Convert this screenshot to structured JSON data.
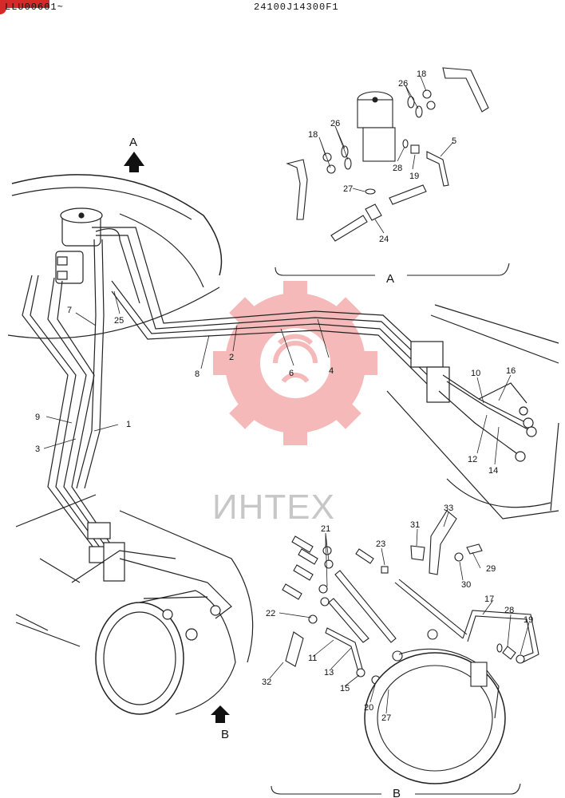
{
  "header": {
    "serial": "LLU00601~",
    "drawing_no": "24100J14300F1"
  },
  "watermark": {
    "text": "ИНТЕХ",
    "color": "#e83a3a"
  },
  "views": {
    "a_arrow": "A",
    "b_arrow": "B",
    "a_caption": "A",
    "b_caption": "B"
  },
  "callouts": {
    "main": [
      "7",
      "25",
      "8",
      "2",
      "6",
      "4",
      "9",
      "1",
      "3",
      "10",
      "16",
      "12",
      "14"
    ],
    "detail_a": [
      "18",
      "26",
      "18",
      "26",
      "5",
      "28",
      "19",
      "27",
      "24"
    ],
    "detail_b": [
      "33",
      "21",
      "31",
      "23",
      "29",
      "30",
      "22",
      "17",
      "28",
      "19",
      "11",
      "13",
      "15",
      "32",
      "20",
      "27"
    ]
  }
}
